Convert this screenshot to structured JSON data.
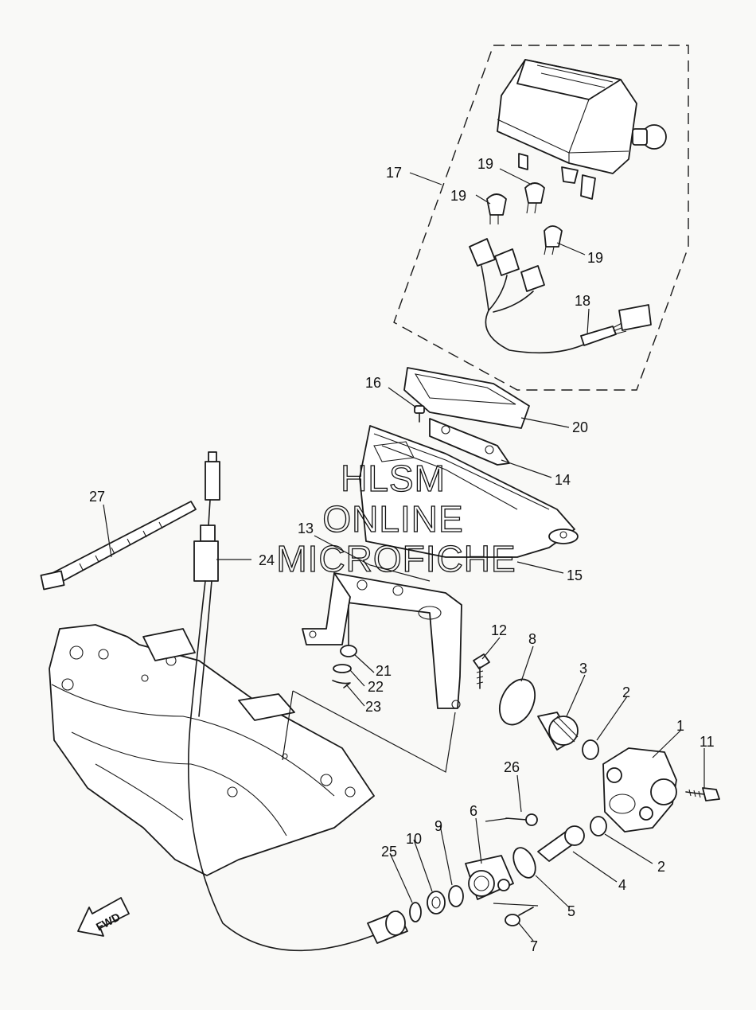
{
  "watermark": {
    "line1": "HLSM",
    "line2": "ONLINE",
    "line3": "MICROFICHE"
  },
  "fwd_label": "FWD",
  "callouts": {
    "c1": "1",
    "c2a": "2",
    "c2b": "2",
    "c3": "3",
    "c4": "4",
    "c5": "5",
    "c6": "6",
    "c7": "7",
    "c8": "8",
    "c9": "9",
    "c10": "10",
    "c11": "11",
    "c12": "12",
    "c13": "13",
    "c14": "14",
    "c15": "15",
    "c16": "16",
    "c17": "17",
    "c18": "18",
    "c19a": "19",
    "c19b": "19",
    "c19c": "19",
    "c20": "20",
    "c21": "21",
    "c22": "22",
    "c23": "23",
    "c24": "24",
    "c25": "25",
    "c26": "26",
    "c27": "27"
  }
}
